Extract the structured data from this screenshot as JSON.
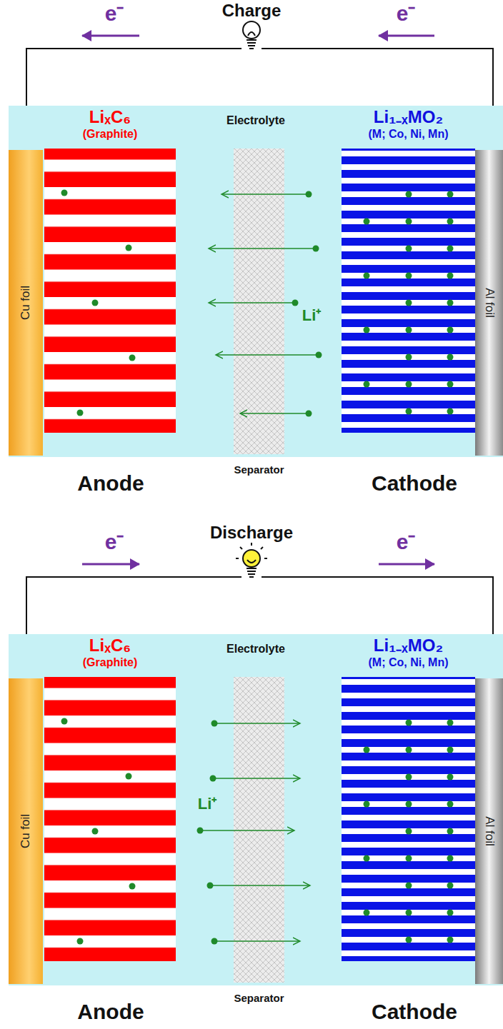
{
  "diagram": {
    "nodes": [
      {
        "text": [
          "Electrolyte"
        ]
      },
      {
        "text": [
          "Cu foil"
        ]
      },
      {
        "text": [
          "LiₓC₆",
          "(Graphite)"
        ]
      },
      {
        "text": [
          "Separator"
        ]
      },
      {
        "text": [
          "Li₁₋ₓMO₂",
          "(M; Co, Ni, Mn)"
        ]
      },
      {
        "text": [
          "Al foil"
        ]
      },
      {
        "text": [
          "Electrolyte"
        ]
      },
      {
        "text": [
          "Cu foil"
        ]
      },
      {
        "text": [
          "LiₓC₆",
          "(Graphite)"
        ]
      },
      {
        "text": [
          "Separator"
        ]
      },
      {
        "text": [
          "Li₁₋ₓMO₂",
          "(M; Co, Ni, Mn)"
        ]
      },
      {
        "text": [
          "Al foil"
        ]
      }
    ],
    "labels": [
      "Charge",
      "e⁻",
      "e⁻",
      "Li⁺",
      "Anode",
      "Cathode",
      "Discharge",
      "e⁻",
      "e⁻",
      "Li⁺",
      "Anode",
      "Cathode"
    ]
  }
}
